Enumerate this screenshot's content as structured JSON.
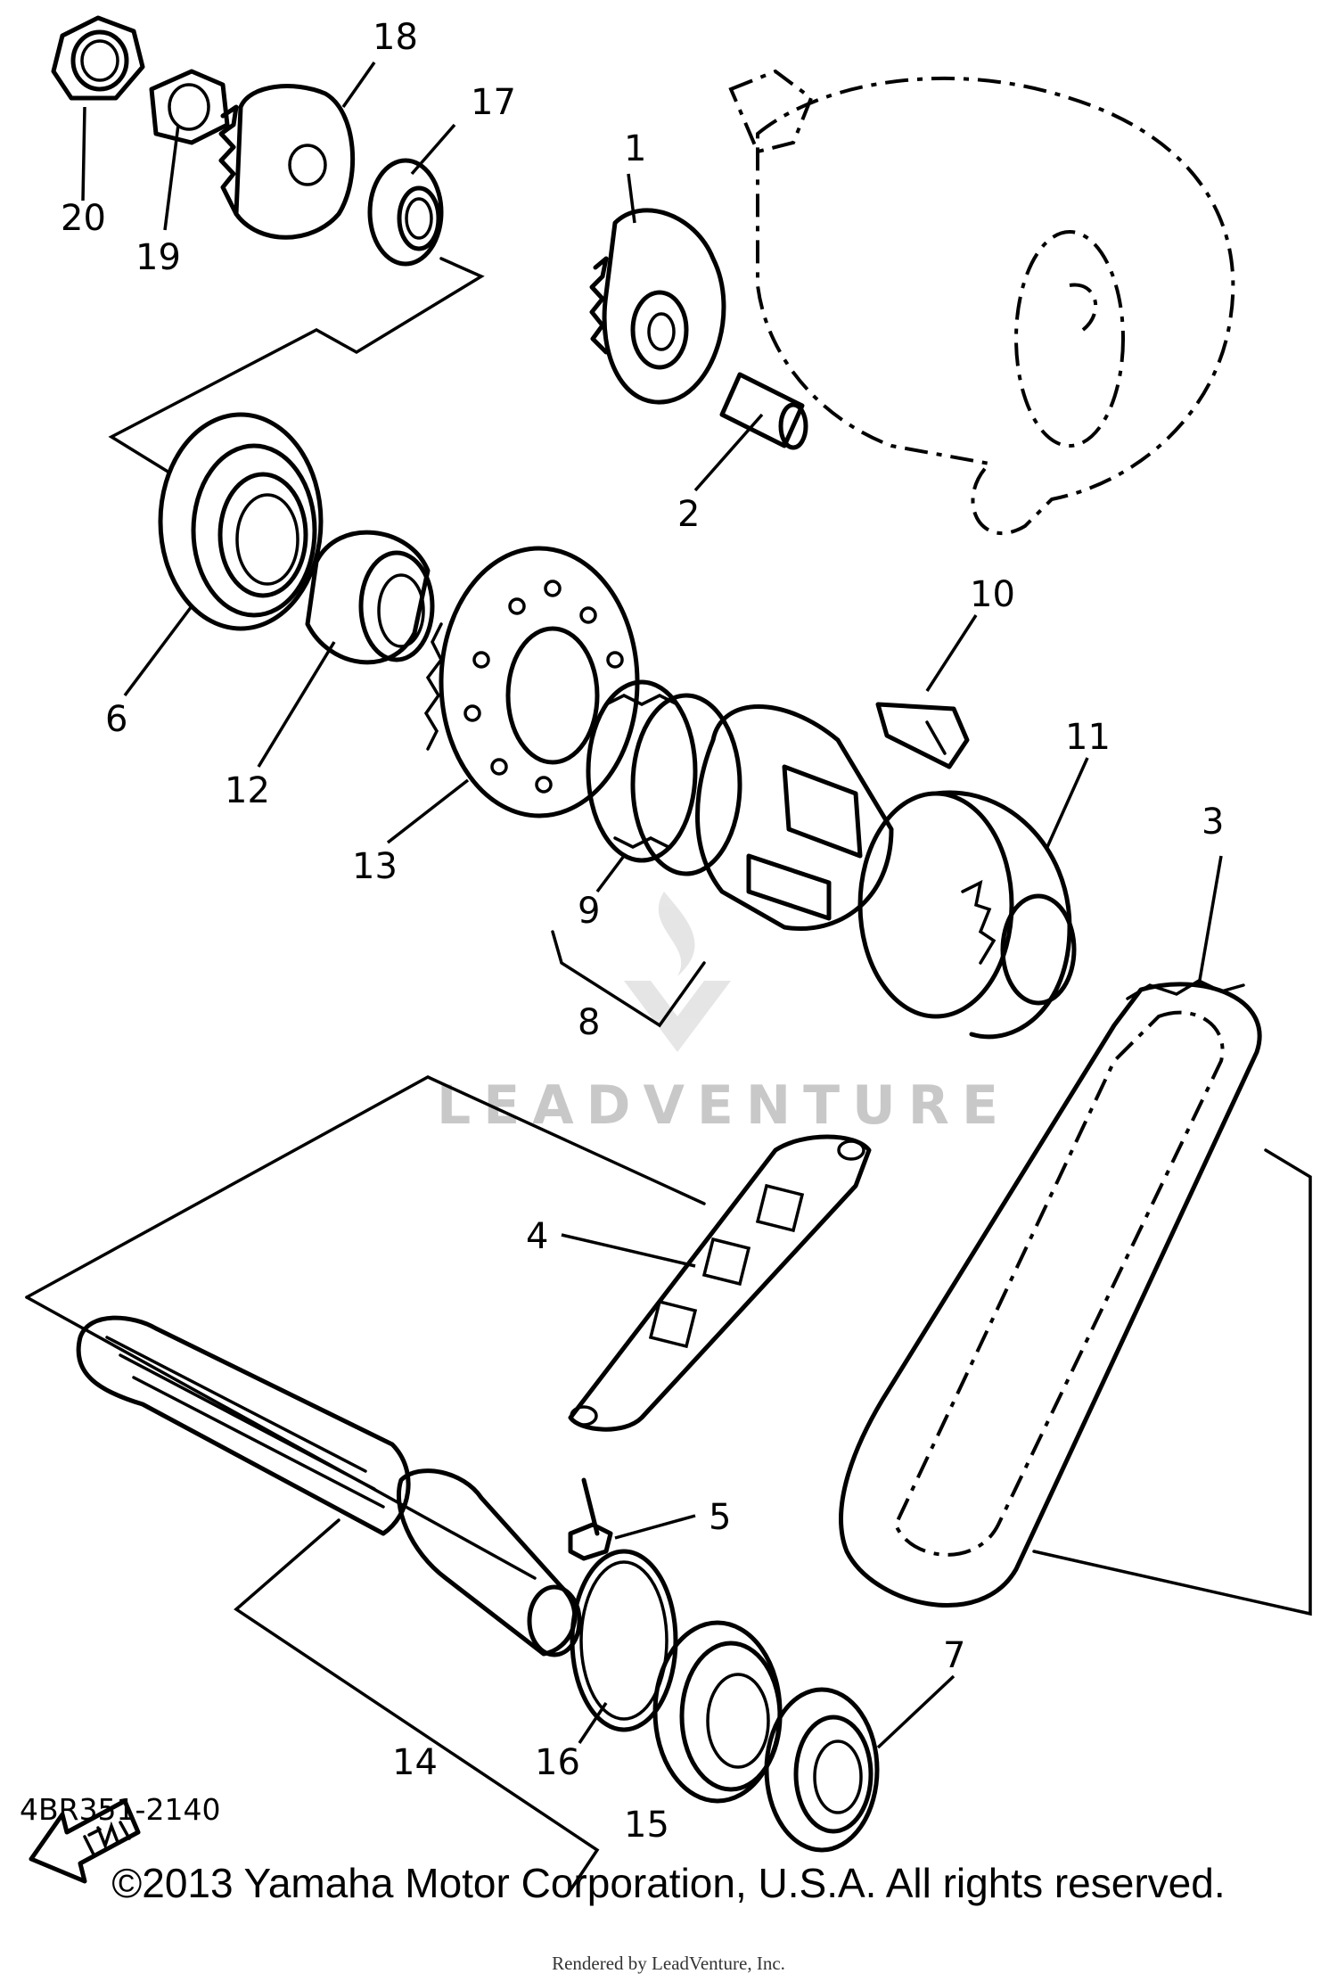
{
  "diagram": {
    "code": "4BR351-2140",
    "copyright": "©2013 Yamaha Motor Corporation, U.S.A. All rights reserved.",
    "rendered_by": "Rendered by LeadVenture, Inc.",
    "watermark": "LEADVENTURE"
  },
  "callouts": {
    "p1": "1",
    "p2": "2",
    "p3": "3",
    "p4": "4",
    "p5": "5",
    "p6": "6",
    "p7": "7",
    "p8": "8",
    "p9": "9",
    "p10": "10",
    "p11": "11",
    "p12": "12",
    "p13": "13",
    "p14": "14",
    "p15": "15",
    "p16": "16",
    "p17": "17",
    "p18": "18",
    "p19": "19",
    "p20": "20"
  },
  "icons": [
    "fwd-arrow-icon",
    "leadventure-logo-icon"
  ]
}
